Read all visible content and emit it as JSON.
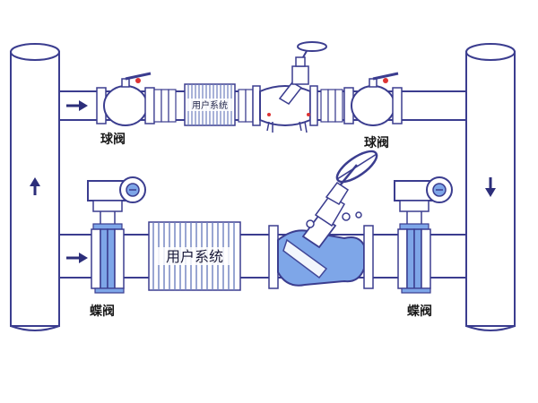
{
  "labels": {
    "ball_valve_left": "球阀",
    "ball_valve_right": "球阀",
    "butterfly_valve_left": "蝶阀",
    "butterfly_valve_right": "蝶阀",
    "user_system_top": "用户系统",
    "user_system_bottom": "用户系统"
  },
  "colors": {
    "outline": "#3b3d8f",
    "blue_fill": "#7ea6e8",
    "light_fill": "#e9eef8",
    "bellows_stripe": "#6d7fbf"
  }
}
